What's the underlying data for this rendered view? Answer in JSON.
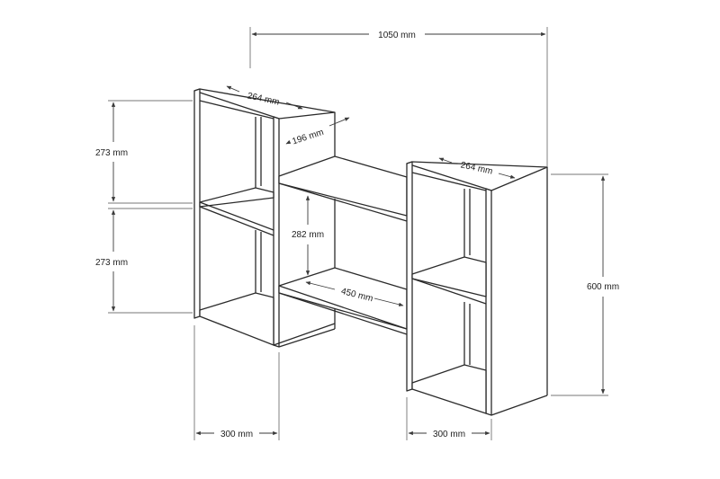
{
  "diagram": {
    "dimensions": {
      "overall_width": "1050 mm",
      "left_box_depth": "264 mm",
      "middle_shelf_depth": "196 mm",
      "right_box_depth": "264 mm",
      "left_upper_height": "273 mm",
      "left_lower_height": "273 mm",
      "middle_height": "282 mm",
      "middle_width": "450 mm",
      "right_height": "600 mm",
      "left_width": "300 mm",
      "right_width": "300 mm"
    },
    "colors": {
      "line": "#2b2b2b",
      "dimension": "#3a3a3a",
      "background": "#ffffff"
    }
  }
}
